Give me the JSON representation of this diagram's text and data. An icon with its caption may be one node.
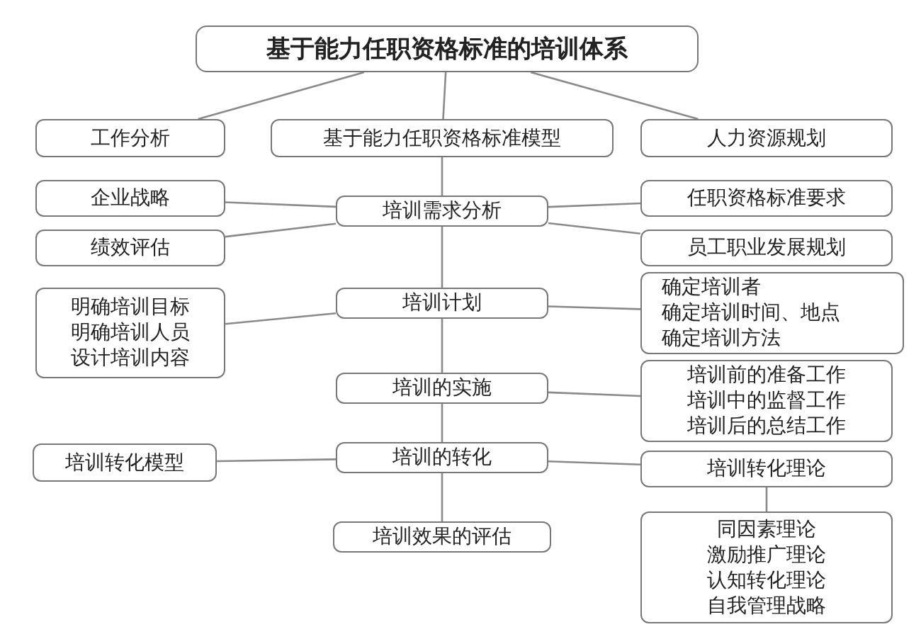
{
  "diagram": {
    "nodes": [
      {
        "text": [
          "基于能力任职资格标准的培训体系"
        ]
      },
      {
        "text": [
          "工作分析"
        ]
      },
      {
        "text": [
          "基于能力任职资格标准模型"
        ]
      },
      {
        "text": [
          "人力资源规划"
        ]
      },
      {
        "text": [
          "企业战略"
        ]
      },
      {
        "text": [
          "培训需求分析"
        ]
      },
      {
        "text": [
          "任职资格标准要求"
        ]
      },
      {
        "text": [
          "绩效评估"
        ]
      },
      {
        "text": [
          "员工职业发展规划"
        ]
      },
      {
        "text": [
          "明确培训目标",
          "明确培训人员",
          "设计培训内容"
        ]
      },
      {
        "text": [
          "培训计划"
        ]
      },
      {
        "text": [
          "确定培训者",
          "确定培训时间、地点",
          "确定培训方法"
        ]
      },
      {
        "text": [
          "培训的实施"
        ]
      },
      {
        "text": [
          "培训前的准备工作",
          "培训中的监督工作",
          "培训后的总结工作"
        ]
      },
      {
        "text": [
          "培训转化模型"
        ]
      },
      {
        "text": [
          "培训的转化"
        ]
      },
      {
        "text": [
          "培训转化理论"
        ]
      },
      {
        "text": [
          "培训效果的评估"
        ]
      },
      {
        "text": [
          "同因素理论",
          "激励推广理论",
          "认知转化理论",
          "自我管理战略"
        ]
      }
    ],
    "edges": [
      {
        "from": 0,
        "to": 1,
        "arrow": "none"
      },
      {
        "from": 0,
        "to": 2,
        "arrow": "none"
      },
      {
        "from": 0,
        "to": 3,
        "arrow": "none"
      },
      {
        "from": 2,
        "to": 5,
        "arrow": "none"
      },
      {
        "from": 4,
        "to": 5,
        "arrow": "none"
      },
      {
        "from": 7,
        "to": 5,
        "arrow": "none"
      },
      {
        "from": 5,
        "to": 6,
        "arrow": "none"
      },
      {
        "from": 5,
        "to": 8,
        "arrow": "none"
      },
      {
        "from": 5,
        "to": 10,
        "arrow": "none"
      },
      {
        "from": 9,
        "to": 10,
        "arrow": "none"
      },
      {
        "from": 10,
        "to": 11,
        "arrow": "none"
      },
      {
        "from": 10,
        "to": 12,
        "arrow": "none"
      },
      {
        "from": 12,
        "to": 13,
        "arrow": "none"
      },
      {
        "from": 12,
        "to": 15,
        "arrow": "none"
      },
      {
        "from": 14,
        "to": 15,
        "arrow": "none"
      },
      {
        "from": 15,
        "to": 16,
        "arrow": "none"
      },
      {
        "from": 15,
        "to": 17,
        "arrow": "none"
      },
      {
        "from": 16,
        "to": 18,
        "arrow": "none"
      }
    ]
  }
}
